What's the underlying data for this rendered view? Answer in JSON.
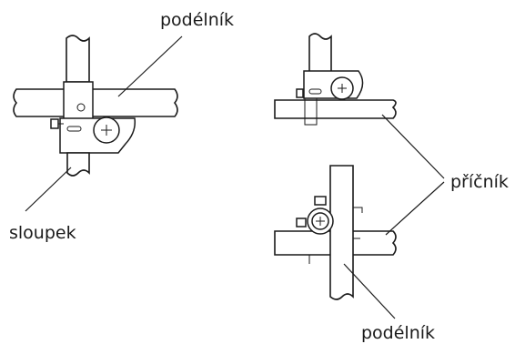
{
  "labels": {
    "podelnik_top": "podélník",
    "sloupek": "sloupek",
    "pricnik": "příčník",
    "podelnik_bottom": "podélník"
  }
}
